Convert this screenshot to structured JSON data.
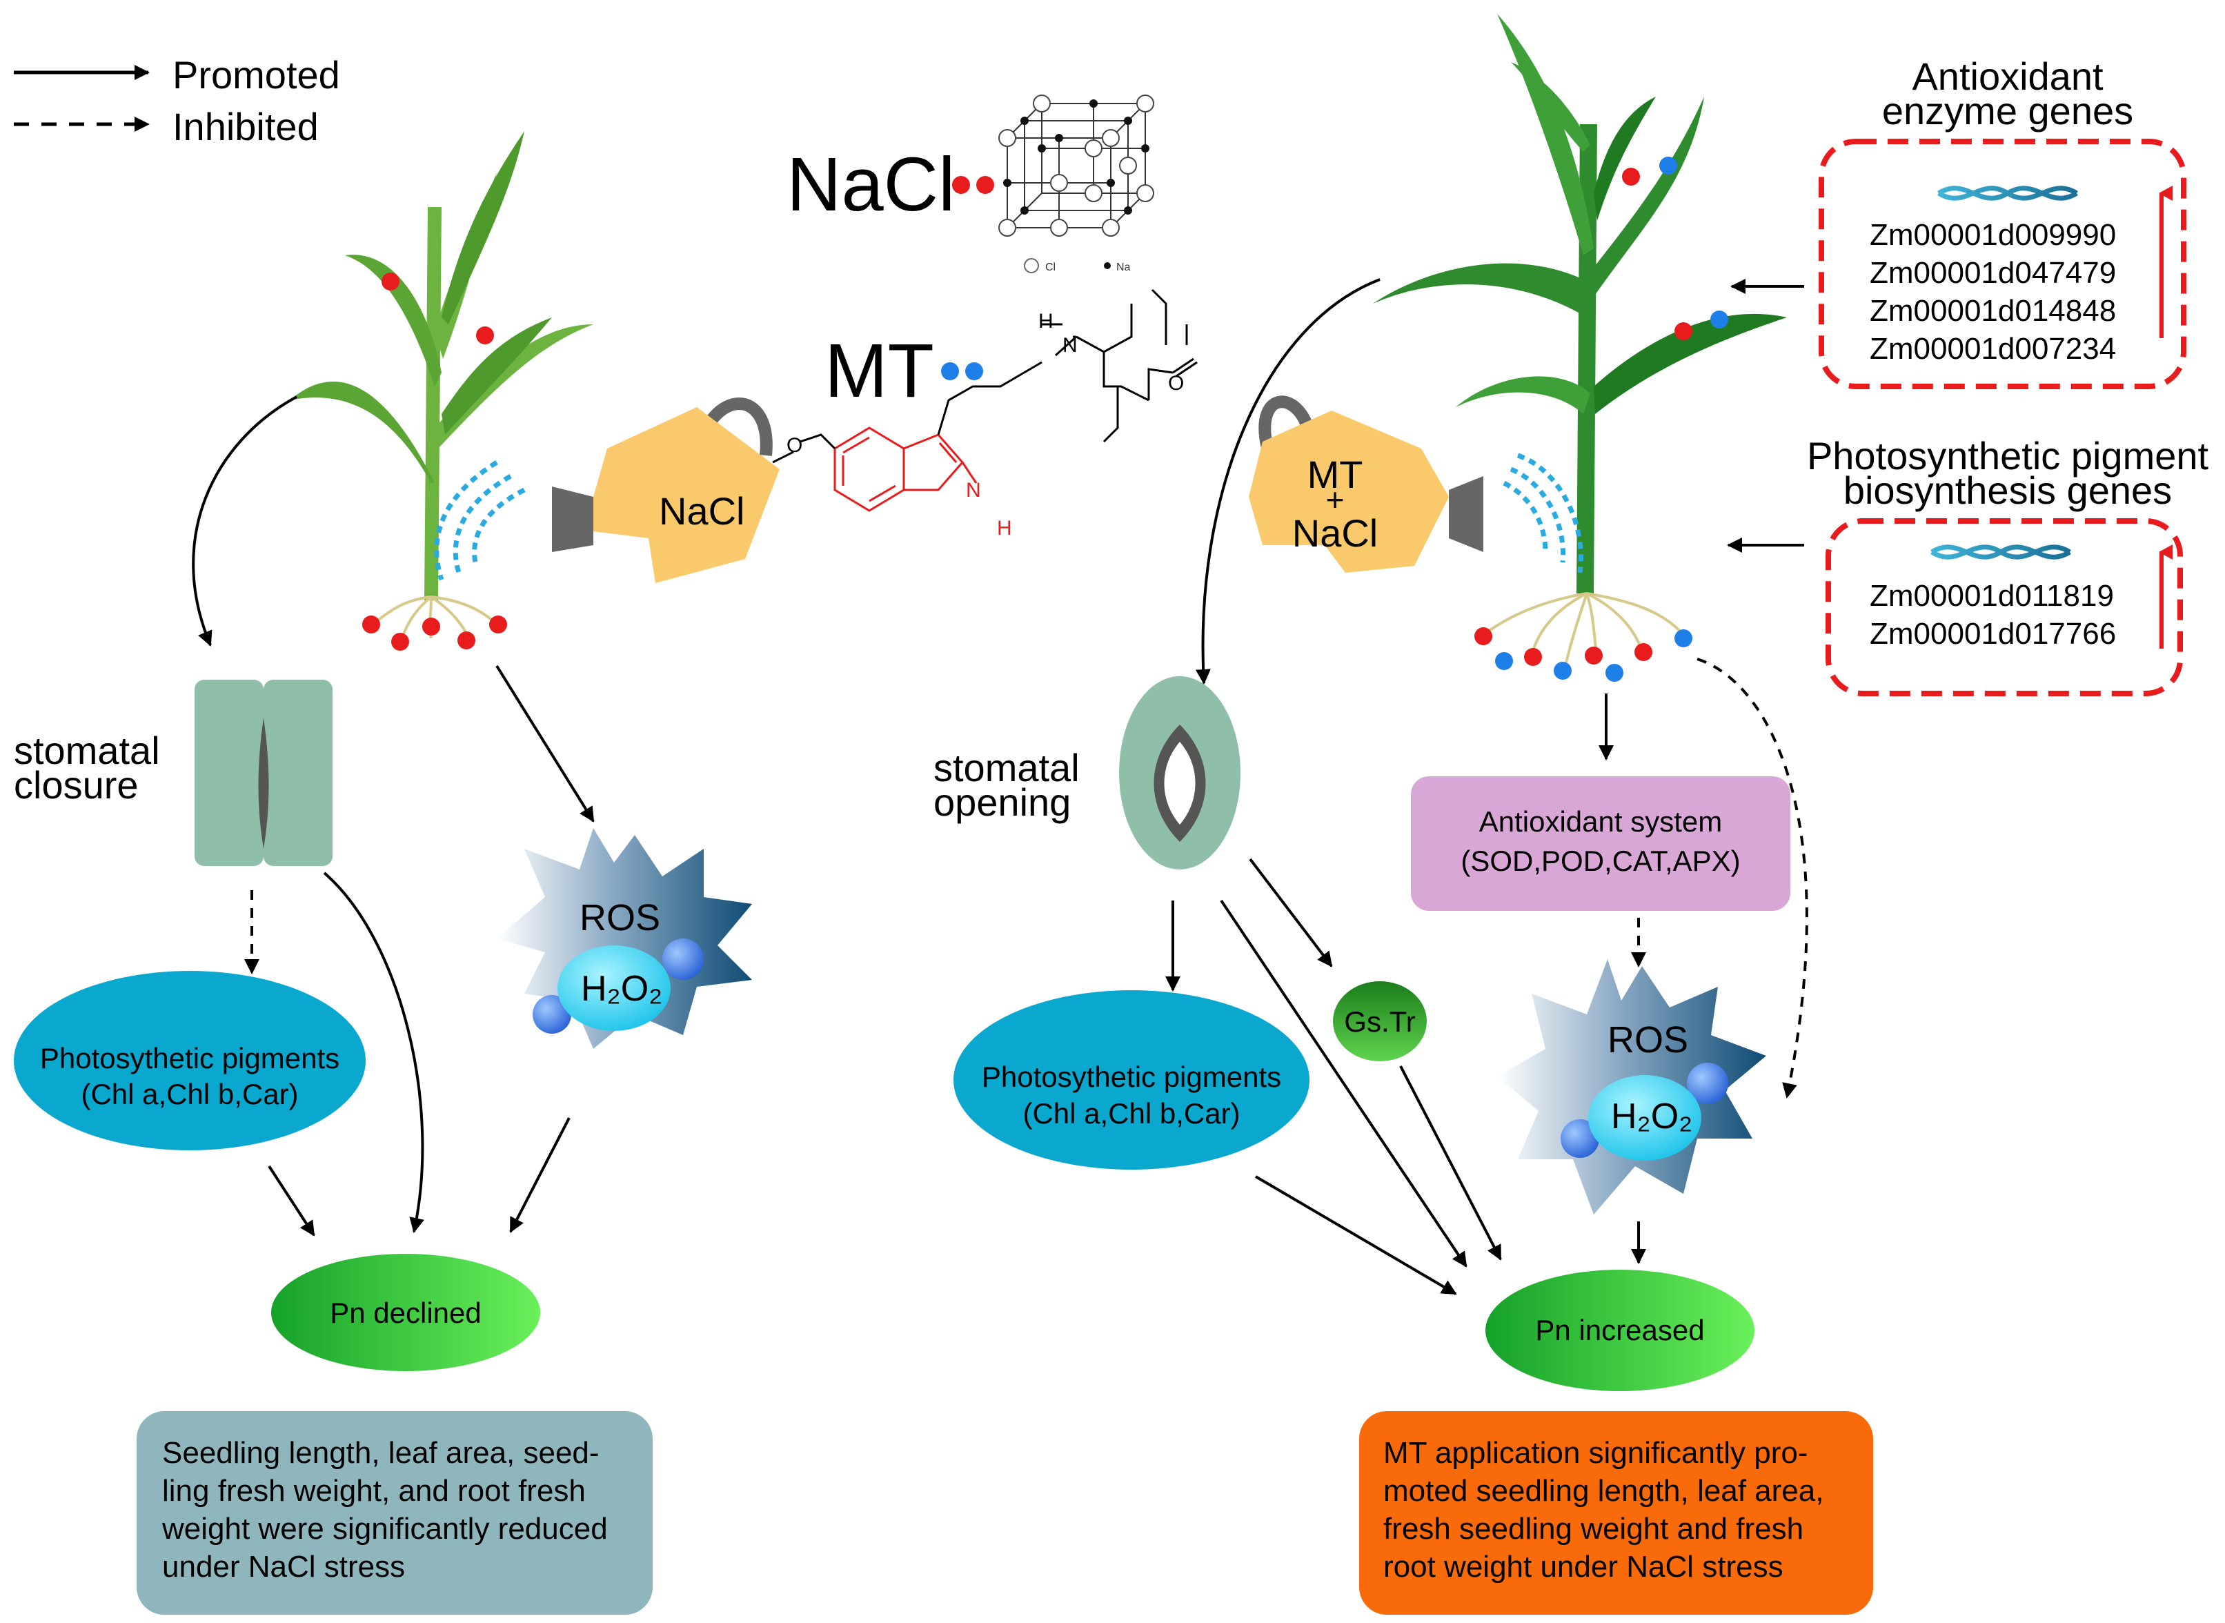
{
  "legend": {
    "promoted": "Promoted",
    "inhibited": "Inhibited"
  },
  "chemicals": {
    "nacl_label": "NaCl",
    "crystal_cl_label": "Cl",
    "crystal_na_label": "Na",
    "mt_label": "MT",
    "mt_structure": {
      "o": "O",
      "n": "N",
      "h_top": "H",
      "h_ring": "H",
      "n_ring": "N",
      "o_methoxy": "O"
    }
  },
  "left_panel": {
    "can_label": "NaCl",
    "stomata_label_line1": "stomatal",
    "stomata_label_line2": "closure",
    "ros_label": "ROS",
    "h2o2_label": "H₂O₂",
    "pigments_line1": "Photosythetic pigments",
    "pigments_line2": "(Chl a,Chl b,Car)",
    "pn_label": "Pn declined",
    "result_lines": [
      "Seedling length, leaf area, seed-",
      "ling fresh weight, and root fresh",
      "weight were significantly reduced",
      "under NaCl stress"
    ]
  },
  "right_panel": {
    "can_line1": "MT",
    "can_line2": "+",
    "can_line3": "NaCl",
    "stomata_label_line1": "stomatal",
    "stomata_label_line2": "opening",
    "gs_tr_label": "Gs.Tr",
    "antioxidant_line1": "Antioxidant system",
    "antioxidant_line2": "(SOD,POD,CAT,APX)",
    "ros_label": "ROS",
    "h2o2_label": "H₂O₂",
    "pigments_line1": "Photosythetic pigments",
    "pigments_line2": "(Chl a,Chl b,Car)",
    "pn_label": "Pn increased",
    "result_lines": [
      "MT application significantly pro-",
      "moted seedling length, leaf area,",
      "fresh seedling weight and fresh",
      "root weight under NaCl stress"
    ]
  },
  "gene_boxes": {
    "antioxidant_title_line1": "Antioxidant",
    "antioxidant_title_line2": "enzyme genes",
    "antioxidant_genes": [
      "Zm00001d009990",
      "Zm00001d047479",
      "Zm00001d014848",
      "Zm00001d007234"
    ],
    "pigment_title_line1": "Photosynthetic pigment",
    "pigment_title_line2": "biosynthesis genes",
    "pigment_genes": [
      "Zm00001d011819",
      "Zm00001d017766"
    ]
  },
  "colors": {
    "nacl_dot": "#e81c1c",
    "mt_dot": "#1e7fe8",
    "plant_light": "#6db33f",
    "plant_dark": "#2e8b2e",
    "can": "#f9c96b",
    "water_spray": "#29abe2",
    "stomata": "#8fbfa9",
    "pigments_ellipse": "#0aa8cf",
    "pn_green": "#1dbb2c",
    "antioxidant_box": "#d9a7d6",
    "left_result_box": "#8fb6bd",
    "right_result_box": "#f96b0a",
    "gene_box_border": "#e81c1c",
    "ros_star_dark": "#1b5a7a",
    "h2o2_bubble": "#29d1ee"
  }
}
